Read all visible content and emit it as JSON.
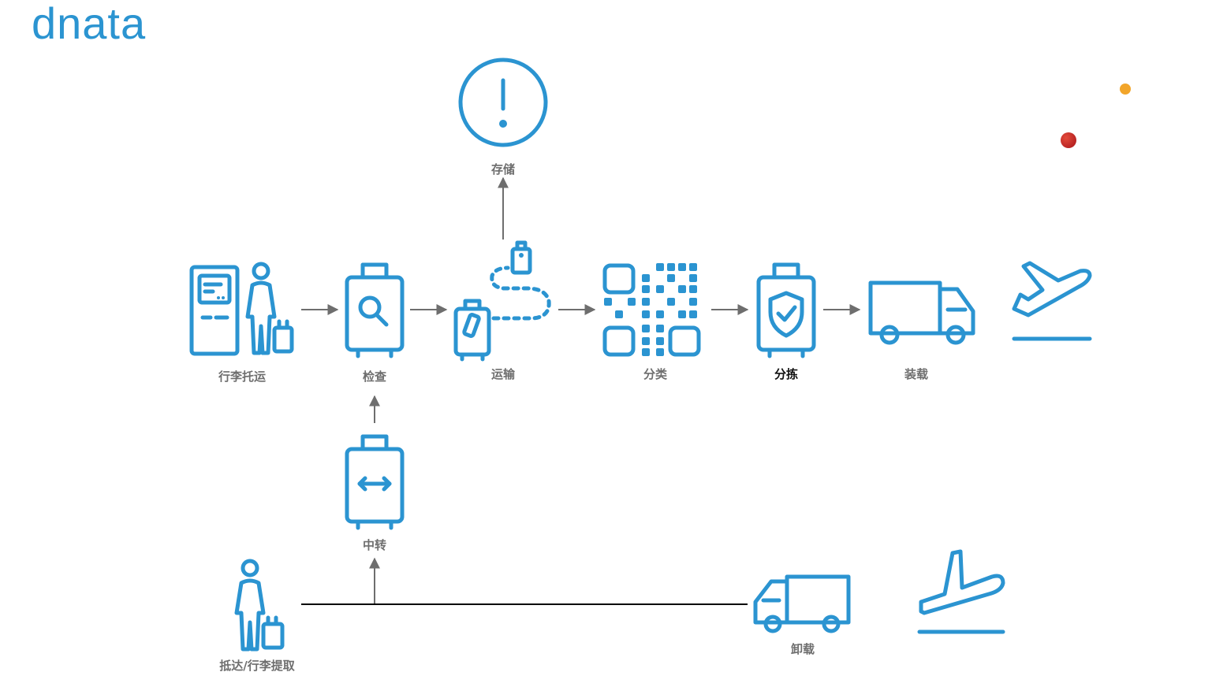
{
  "logo": {
    "text": "dnata"
  },
  "colors": {
    "accent": "#2b94d1",
    "arrow": "#6e6e6e",
    "line": "#000000"
  },
  "nodes": {
    "checkin": {
      "label": "行李托运",
      "icon": "kiosk-person-icon"
    },
    "inspect": {
      "label": "检查",
      "icon": "suitcase-search-icon"
    },
    "transport": {
      "label": "运输",
      "icon": "luggage-route-icon"
    },
    "storage": {
      "label": "存储",
      "icon": "alert-circle-icon"
    },
    "sort": {
      "label": "分类",
      "icon": "grid-code-icon"
    },
    "pick": {
      "label": "分拣",
      "icon": "suitcase-shield-icon"
    },
    "load": {
      "label": "装载",
      "icon": "truck-icon"
    },
    "departure": {
      "icon": "plane-departure-icon"
    },
    "transfer": {
      "label": "中转",
      "icon": "suitcase-transfer-icon"
    },
    "arrival": {
      "label": "抵达/行李提取",
      "icon": "person-luggage-icon"
    },
    "unload": {
      "label": "卸载",
      "icon": "truck-icon"
    },
    "landing": {
      "icon": "plane-arrival-icon"
    }
  }
}
